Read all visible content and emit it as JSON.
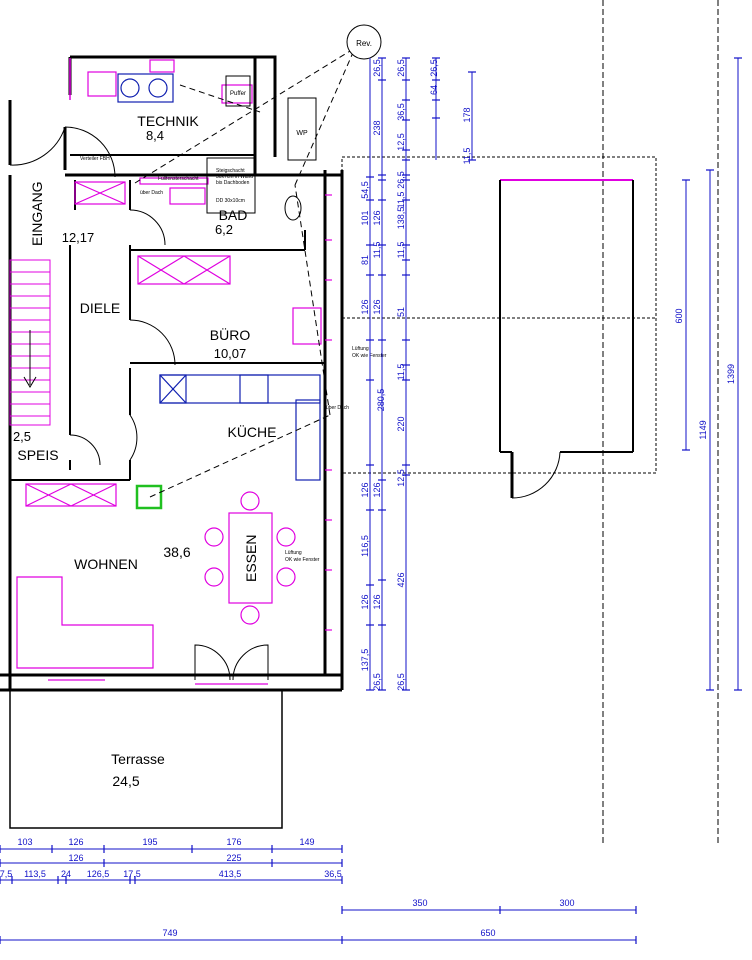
{
  "rooms": {
    "technik": {
      "name": "TECHNIK",
      "area": "8,4"
    },
    "bad": {
      "name": "BAD",
      "area": "6,2"
    },
    "eingang": {
      "name": "EINGANG",
      "area": "12,17"
    },
    "diele": {
      "name": "DIELE"
    },
    "buero": {
      "name": "BÜRO",
      "area": "10,07"
    },
    "kueche": {
      "name": "KÜCHE"
    },
    "speis": {
      "name": "SPEIS",
      "area": "2,5"
    },
    "wohnen": {
      "name": "WOHNEN",
      "area": "38,6"
    },
    "essen": {
      "name": "ESSEN"
    },
    "terrasse": {
      "name": "Terrasse",
      "area": "24,5"
    }
  },
  "annotations": {
    "rev": "Rev.",
    "puffer": "Puffer",
    "wp": "WP",
    "verteiler": "Verteiler FBH",
    "fensterschacht": "Füllfensterschacht",
    "steigschacht": [
      "Steigschacht",
      "30x7cm in Wand",
      "bis Dachboden"
    ],
    "dd": "DD 30x10cm",
    "ueber_dach_1": "über Dach",
    "ueber_dach_2": "über Dach",
    "lueftung_1": [
      "Lüftung",
      "OK wie Fenster"
    ],
    "lueftung_2": [
      "Lüftung",
      "OK wie Fenster"
    ]
  },
  "dimensions": {
    "bottom_row1": [
      "103",
      "126",
      "195",
      "176",
      "149"
    ],
    "bottom_row2": [
      "126",
      "225"
    ],
    "bottom_row3": [
      "7,5",
      "113,5",
      "24",
      "126,5",
      "17,5",
      "413,5",
      "36,5"
    ],
    "bottom_row4": [
      "350",
      "300"
    ],
    "bottom_row5": [
      "749",
      "650"
    ],
    "vert_col_a": [
      "54,5",
      "101",
      "81",
      "126",
      "126",
      "116,5",
      "126",
      "137,5"
    ],
    "vert_col_b": [
      "26,5",
      "238",
      "126",
      "11,5",
      "126",
      "126",
      "126",
      "26,5"
    ],
    "vert_col_c": [
      "26,5",
      "36,5",
      "12,5",
      "26,5",
      "11,5",
      "138,5",
      "11,5",
      "51",
      "11,5",
      "280,5",
      "220",
      "12,5",
      "426",
      "26,5"
    ],
    "vert_col_d": [
      "26,5",
      "64",
      "178",
      "11,5"
    ],
    "vert_right": [
      "600",
      "1149",
      "1399"
    ]
  }
}
